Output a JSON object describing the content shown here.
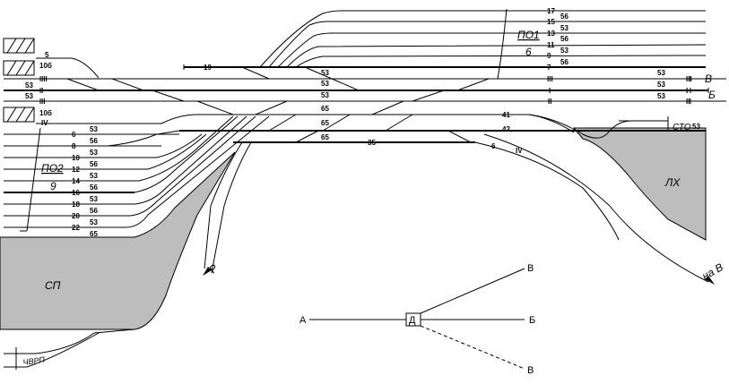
{
  "labels": {
    "po1": "ПО1",
    "po1_sub": "6",
    "po2": "ПО2",
    "po2_sub": "9",
    "sp": "СП",
    "lh": "ЛХ",
    "chvrp": "ЧВРП",
    "sto": "СТО",
    "to_r": "Р",
    "to_v": "на В"
  },
  "left_tracks": [
    "5",
    "10б",
    "III",
    "I",
    "II",
    "10б",
    "IV",
    "6",
    "8",
    "10",
    "12",
    "14",
    "16",
    "18",
    "20",
    "22"
  ],
  "left_values": [
    "53",
    "53",
    "53",
    "56",
    "53",
    "56",
    "53",
    "56",
    "53",
    "56",
    "53",
    "65"
  ],
  "top_tracks": [
    "17",
    "15",
    "13",
    "11",
    "9",
    "7"
  ],
  "top_values": [
    "56",
    "53",
    "56",
    "53",
    "56"
  ],
  "middle_labels": {
    "t19": "19",
    "v53a": "53",
    "v53b": "53",
    "v53c": "53",
    "v65a": "65",
    "v65b": "65",
    "v65c": "65",
    "t35": "35",
    "t41": "41",
    "t42": "42",
    "t6": "6",
    "tIV": "IV",
    "r53a": "53",
    "r53b": "53",
    "r53c": "53",
    "rIII": "III",
    "rI": "I",
    "rII": "II",
    "mIII": "III",
    "mI": "I",
    "mII": "II",
    "sto53": "53",
    "rB": "В",
    "rBb": "Б"
  },
  "schema": {
    "a": "А",
    "b": "Б",
    "v_top": "В",
    "v_bottom": "В",
    "d": "Д"
  }
}
